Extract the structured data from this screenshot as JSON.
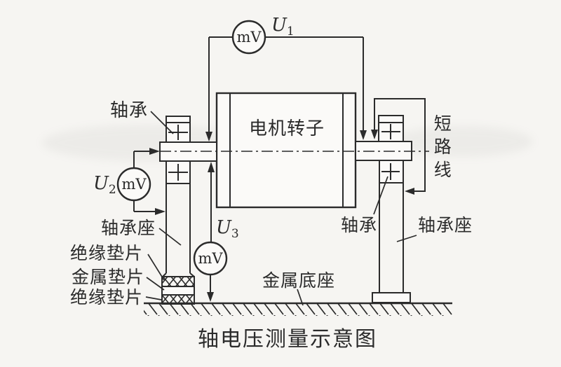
{
  "title": "轴电压测量示意图",
  "colors": {
    "ink": "#2b2b2b",
    "background": "#f6f5f2",
    "paper": "#fbfaf8"
  },
  "diagram": {
    "rotor_label": "电机转子",
    "meters": {
      "m1": "mV",
      "m2": "mV",
      "m3": "mV"
    },
    "voltages": {
      "u1": {
        "base": "U",
        "sub": "1"
      },
      "u2": {
        "base": "U",
        "sub": "2"
      },
      "u3": {
        "base": "U",
        "sub": "3"
      }
    },
    "labels": {
      "bearing_left": "轴承",
      "bearing_right": "轴承",
      "pedestal_left": "轴承座",
      "pedestal_right": "轴承座",
      "insulating_pad_top": "绝缘垫片",
      "metal_pad": "金属垫片",
      "insulating_pad_bottom": "绝缘垫片",
      "metal_base": "金属底座",
      "short_circuit_line": "短路线"
    }
  }
}
